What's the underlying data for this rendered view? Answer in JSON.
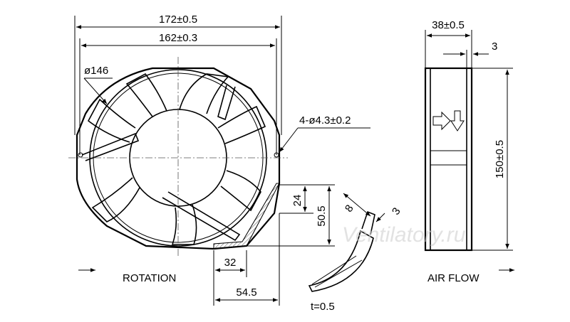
{
  "front_view": {
    "overall_width": "172±0.5",
    "hole_spacing": "162±0.3",
    "venturi_diameter": "ø146",
    "mounting_holes": "4-ø4.3±0.2",
    "rotation_label": "ROTATION",
    "corner_dims": {
      "h1": "24",
      "h2": "50.5",
      "w1": "32",
      "w2": "54.5"
    }
  },
  "blade_detail": {
    "width": "8",
    "offset": "3",
    "thickness": "t=0.5"
  },
  "side_view": {
    "depth": "38±0.5",
    "flange": "3",
    "height": "150±0.5",
    "airflow_label": "AIR FLOW"
  },
  "watermark": "Ventilatory.ru"
}
